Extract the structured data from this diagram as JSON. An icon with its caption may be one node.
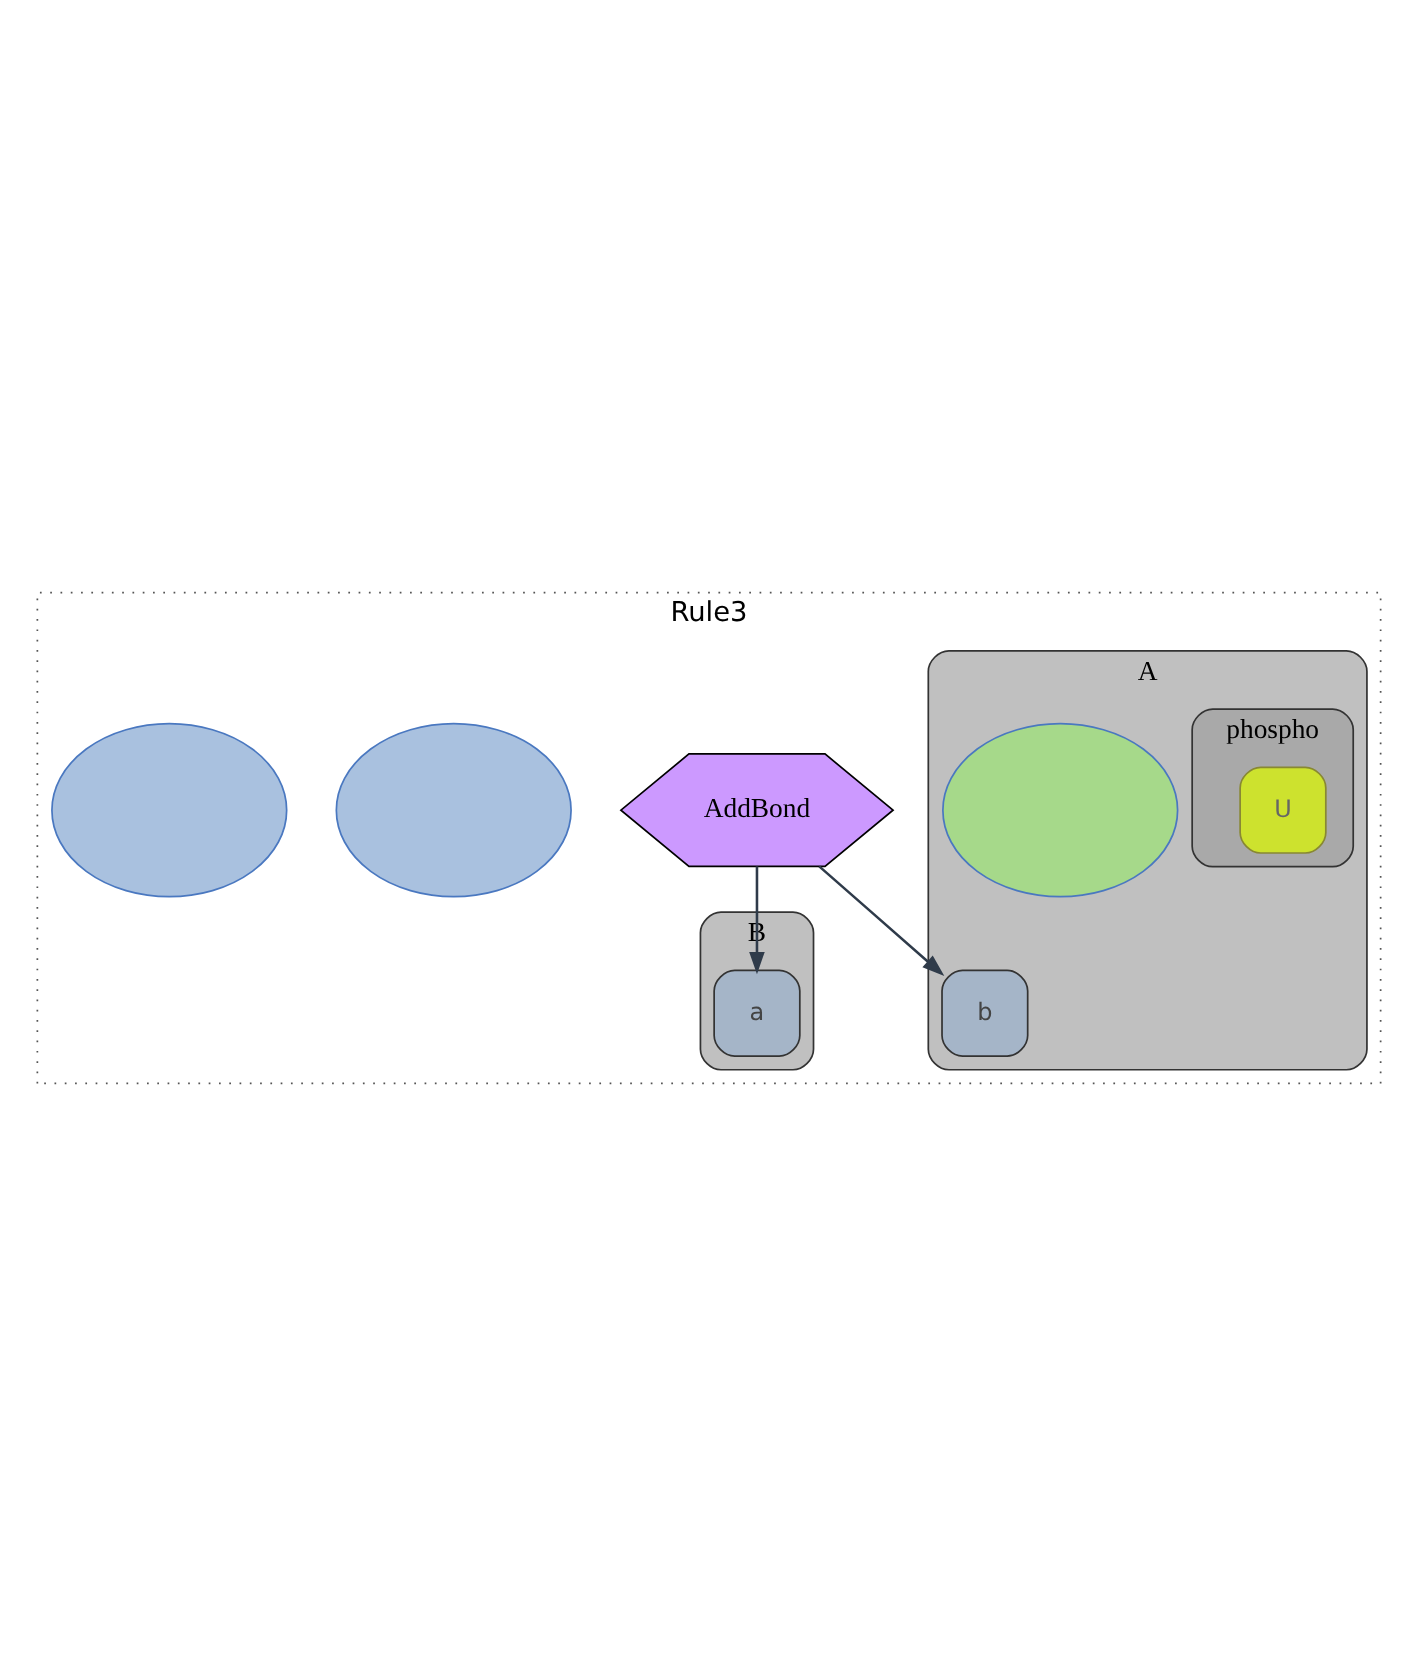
{
  "diagram": {
    "nodes": [
      {
        "text": [
          "Rule3"
        ]
      },
      {
        "text": [
          "AddBond"
        ],
        "in": 0
      },
      {
        "text": [
          "A"
        ],
        "in": 0
      },
      {
        "text": [
          "B"
        ],
        "in": 0
      },
      {
        "text": [],
        "shape": "ellipse",
        "in": 0
      },
      {
        "text": [
          "a"
        ],
        "in": 3
      },
      {
        "text": [],
        "shape": "ellipse",
        "in": 0
      },
      {
        "text": [
          "b"
        ],
        "in": 2
      },
      {
        "text": [
          "phospho"
        ],
        "in": 2
      },
      {
        "text": [],
        "shape": "ellipse",
        "in": 2
      },
      {
        "text": [
          "U"
        ],
        "in": 8
      }
    ],
    "edges": [
      {
        "from": 1,
        "to": 5,
        "arrow": "to"
      },
      {
        "from": 1,
        "to": 7,
        "arrow": "to"
      }
    ]
  }
}
